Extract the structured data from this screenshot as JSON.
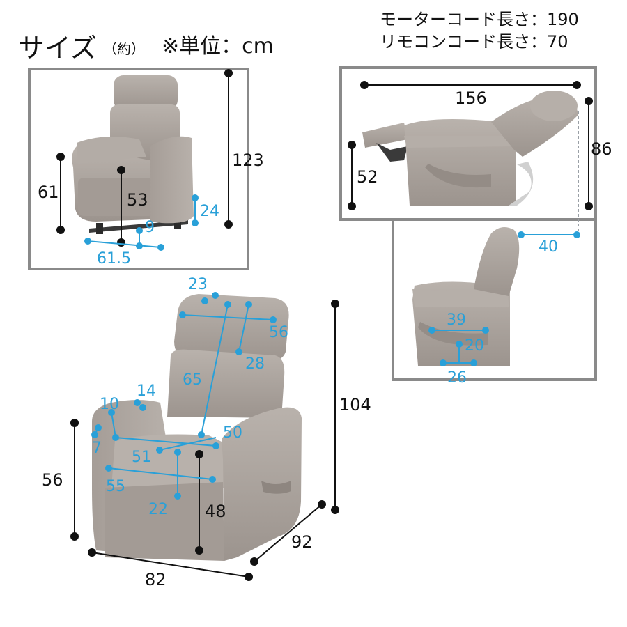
{
  "header": {
    "title": "サイズ",
    "approx": "（約）",
    "unit": "※単位：cm",
    "motor_cord": "モーターコード長さ：190",
    "remote_cord": "リモコンコード長さ：70"
  },
  "front_view": {
    "height_total": "123",
    "seat_height": "61",
    "seat_depth": "53",
    "lift": "24",
    "base": "9",
    "width_base": "61.5"
  },
  "side_view": {
    "length": "156",
    "height": "86",
    "foot_height": "52",
    "recline": "40",
    "pocket_width": "39",
    "pocket_height": "20",
    "pocket_bottom": "26"
  },
  "main_view": {
    "headrest_top": "23",
    "headrest_width": "56",
    "headrest_height": "28",
    "back_height": "65",
    "arm_top": "14",
    "arm_mid": "10",
    "arm_side": "7",
    "seat_back_width": "51",
    "seat_width": "50",
    "seat_front_width": "55",
    "seat_depth": "22",
    "seat_height": "48",
    "total_height": "104",
    "arm_height": "56",
    "width": "82",
    "depth": "92"
  },
  "colors": {
    "accent": "#29a0d8",
    "fabric": "#aba39d",
    "frame": "#8a8a8a"
  }
}
